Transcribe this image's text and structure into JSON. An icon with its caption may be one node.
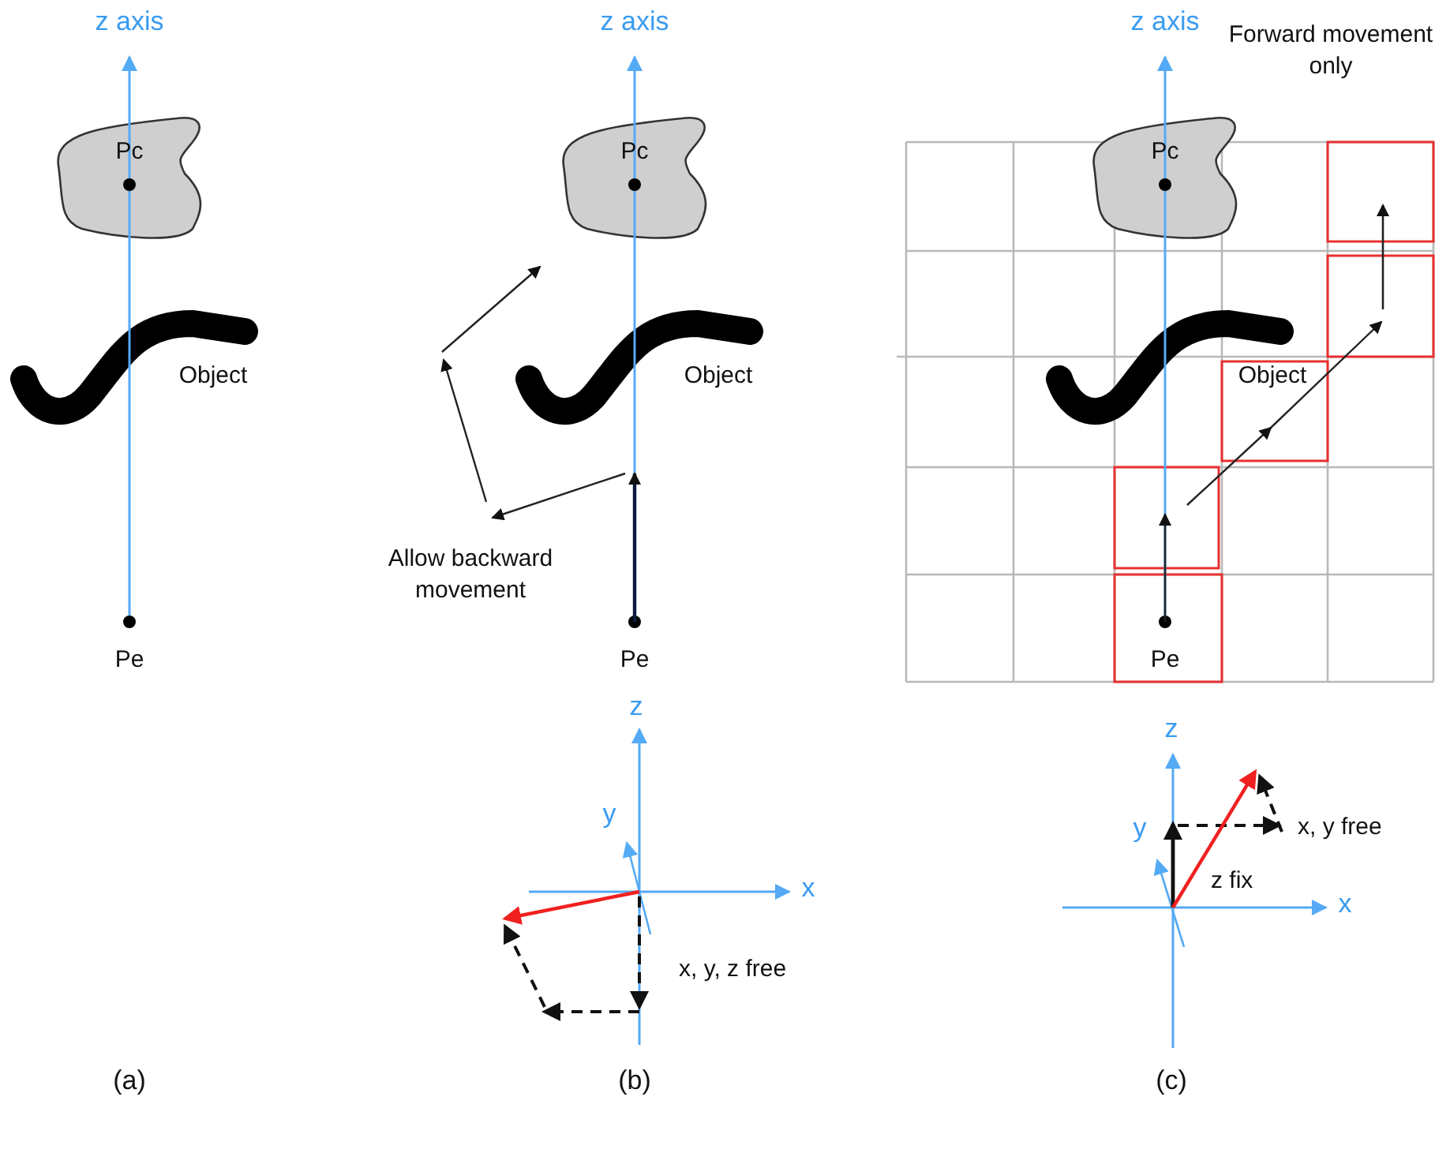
{
  "diagram": {
    "labels": [
      "z axis",
      "z axis",
      "z axis",
      "Forward movement only",
      "Pc",
      "Pc",
      "Pc",
      "Object",
      "Object",
      "Object",
      "Allow backward movement",
      "Pe",
      "Pe",
      "Pe",
      "z",
      "y",
      "x",
      "x, y, z free",
      "z",
      "y",
      "x, y free",
      "z fix",
      "x",
      "(a)",
      "(b)",
      "(c)"
    ]
  }
}
